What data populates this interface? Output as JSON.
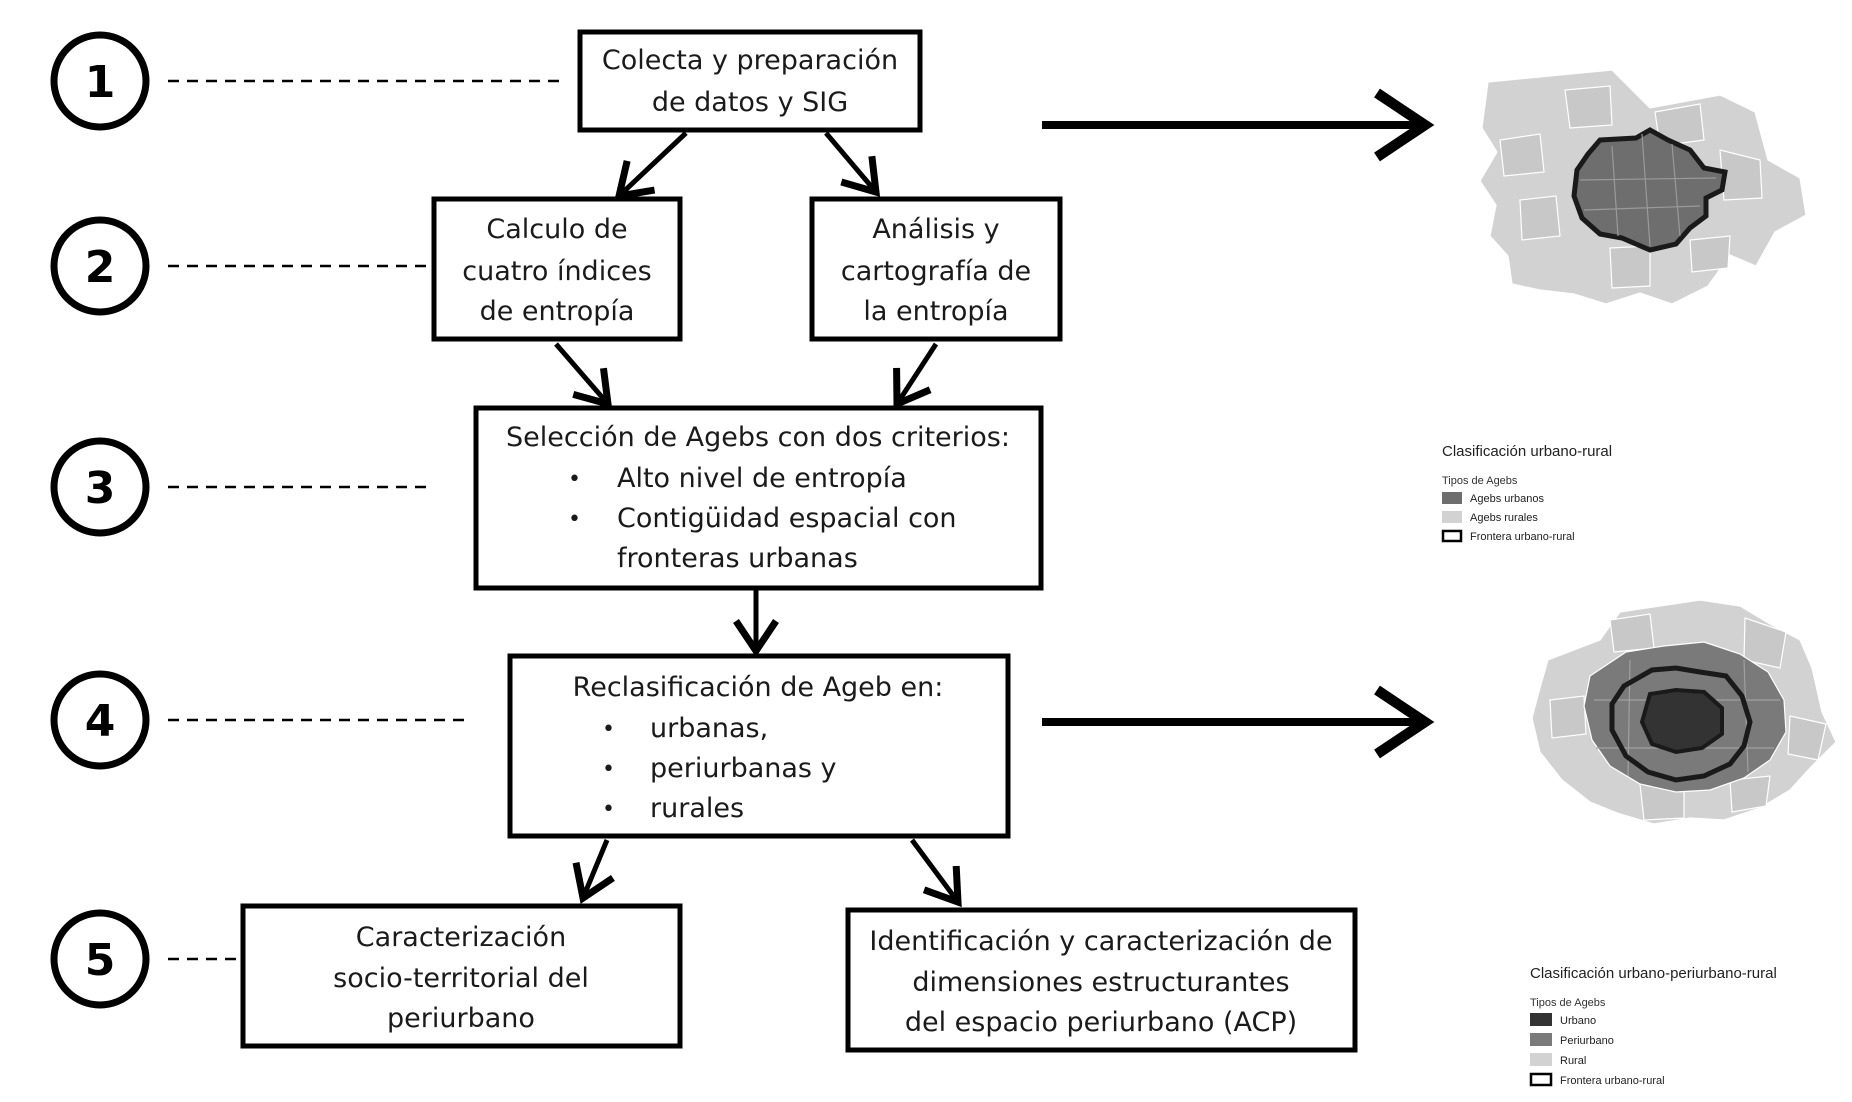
{
  "steps": [
    "1",
    "2",
    "3",
    "4",
    "5"
  ],
  "boxes": {
    "data_prep": [
      "Colecta y preparación",
      "de datos y SIG"
    ],
    "entropy_calc": [
      "Calculo de",
      "cuatro índices",
      "de entropía"
    ],
    "entropy_map": [
      "Análisis y",
      "cartografía de",
      "la entropía"
    ],
    "selection": {
      "heading": "Selección  de Agebs con dos criterios:",
      "bullets": [
        "Alto nivel de entropía",
        "Contigüidad espacial con",
        "fronteras urbanas"
      ]
    },
    "reclass": {
      "heading": "Reclasificación de Ageb en:",
      "bullets": [
        "urbanas,",
        "periurbanas  y",
        "rurales"
      ]
    },
    "characterization": [
      "Caracterización",
      "socio-territorial  del",
      "periurbano"
    ],
    "identification": [
      "Identificación  y caracterización de",
      "dimensiones estructurantes",
      "del espacio periurbano (ACP)"
    ]
  },
  "bullet_glyph": "•",
  "legend_urban_rural": {
    "title": "Clasificación urbano-rural",
    "subtitle": "Tipos de Agebs",
    "items": [
      {
        "label": "Agebs urbanos",
        "color": "#6e6e6e"
      },
      {
        "label": "Agebs rurales",
        "color": "#d2d2d2"
      },
      {
        "label": "Frontera urbano-rural",
        "color": "#ffffff",
        "outline": true
      }
    ]
  },
  "legend_urban_periurban_rural": {
    "title": "Clasificación urbano-periurbano-rural",
    "subtitle": "Tipos de Agebs",
    "items": [
      {
        "label": "Urbano",
        "color": "#333333"
      },
      {
        "label": "Periurbano",
        "color": "#7a7a7a"
      },
      {
        "label": "Rural",
        "color": "#d2d2d2"
      },
      {
        "label": "Frontera urbano-rural",
        "color": "#ffffff",
        "outline": true
      }
    ]
  },
  "colors": {
    "urban": "#6e6e6e",
    "rural": "#d2d2d2",
    "core": "#333333",
    "periurban": "#7a7a7a"
  }
}
